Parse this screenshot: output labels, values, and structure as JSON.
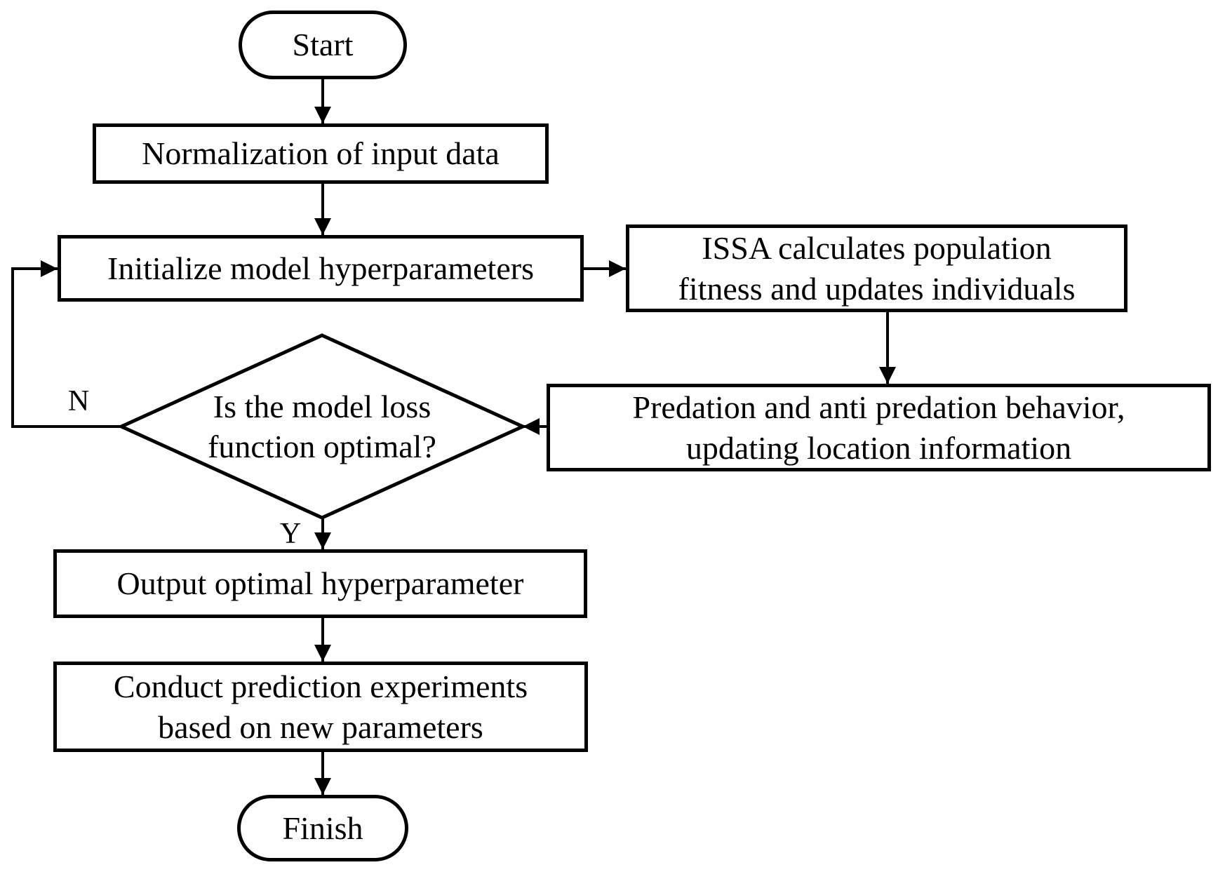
{
  "colors": {
    "stroke": "#000000",
    "node_fill": "#ffffff",
    "background": "#ffffff",
    "text": "#000000"
  },
  "diagram": {
    "nodes": {
      "start": {
        "type": "terminator",
        "label": "Start"
      },
      "normalization": {
        "type": "process",
        "label": "Normalization of input data"
      },
      "initialize": {
        "type": "process",
        "label": "Initialize model hyperparameters"
      },
      "issa": {
        "type": "process",
        "line1": "ISSA calculates population",
        "line2": "fitness and updates individuals"
      },
      "predation": {
        "type": "process",
        "line1": "Predation and anti predation behavior,",
        "line2": "updating location information"
      },
      "decision": {
        "type": "decision",
        "line1": "Is the model loss",
        "line2": "function optimal?"
      },
      "output": {
        "type": "process",
        "label": "Output optimal hyperparameter"
      },
      "conduct": {
        "type": "process",
        "line1": "Conduct prediction experiments",
        "line2": "based on new parameters"
      },
      "finish": {
        "type": "terminator",
        "label": "Finish"
      }
    },
    "edges": [
      {
        "from": "start",
        "to": "normalization",
        "label": ""
      },
      {
        "from": "normalization",
        "to": "initialize",
        "label": ""
      },
      {
        "from": "initialize",
        "to": "issa",
        "label": ""
      },
      {
        "from": "issa",
        "to": "predation",
        "label": ""
      },
      {
        "from": "predation",
        "to": "decision",
        "label": ""
      },
      {
        "from": "decision",
        "to": "initialize",
        "label": "N"
      },
      {
        "from": "decision",
        "to": "output",
        "label": "Y"
      },
      {
        "from": "output",
        "to": "conduct",
        "label": ""
      },
      {
        "from": "conduct",
        "to": "finish",
        "label": ""
      }
    ]
  }
}
